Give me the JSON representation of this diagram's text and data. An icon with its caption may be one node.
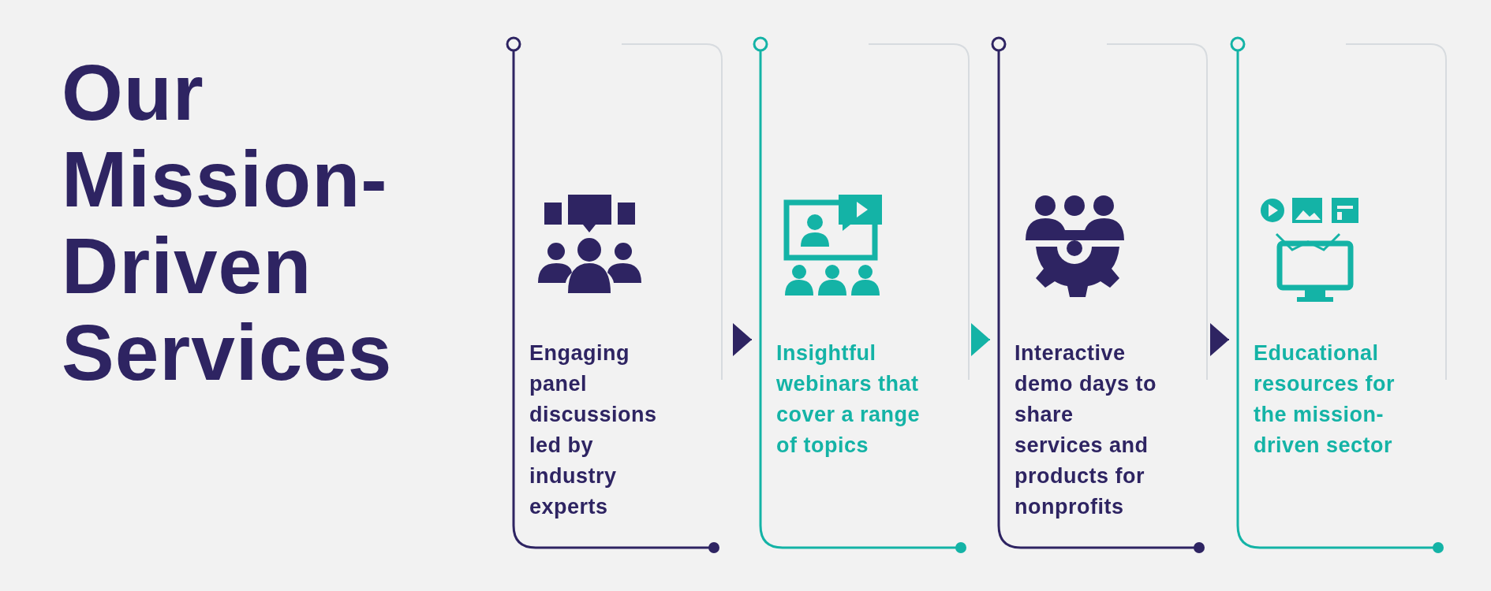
{
  "diagram": {
    "title": "Our Mission-Driven Services",
    "nodes": [
      {
        "text": [
          "Engaging panel discussions led by industry experts"
        ]
      },
      {
        "text": [
          "Insightful webinars that cover a range of topics"
        ]
      },
      {
        "text": [
          "Interactive demo days to share services and products for nonprofits"
        ]
      },
      {
        "text": [
          "Educational resources for the mission-driven sector"
        ]
      }
    ],
    "edges": [
      {
        "from": 0,
        "to": 1,
        "arrow": "to"
      },
      {
        "from": 1,
        "to": 2,
        "arrow": "to",
        "color": "#14b3a6"
      },
      {
        "from": 2,
        "to": 3,
        "arrow": "to"
      }
    ]
  }
}
